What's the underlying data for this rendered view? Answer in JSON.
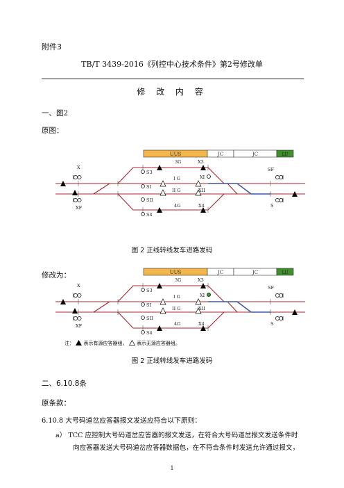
{
  "header": {
    "attachment": "附件3",
    "title": "TB/T 3439-2016《列控中心技术条件》第2号修改单",
    "modification_heading": "修 改 内 容"
  },
  "section1": {
    "heading": "一、图2",
    "original_label": "原图：",
    "modified_label": "修改为：",
    "caption_original": "图 2  正线转线发车进路发码",
    "caption_modified": "图 2  正线转线发车进路发码"
  },
  "diagram": {
    "band": {
      "uus": "UUS",
      "jc1": "JC",
      "jc2": "JC",
      "lu": "LU"
    },
    "signals": {
      "x": "X",
      "xf": "XF",
      "sf": "SF",
      "s": "S",
      "s3": "S3",
      "si": "SI",
      "sii": "SII",
      "s4": "S4",
      "x3": "X3",
      "xi": "XI",
      "xii": "XII",
      "x4": "X4"
    },
    "tracks": {
      "g3": "3G",
      "gi": "I G",
      "gii": "II G",
      "g4": "4G"
    },
    "colors": {
      "uus_band": "#f2b64b",
      "lu_band": "#3f8f2c",
      "track": "#a8232c",
      "route": "#3b57a8"
    }
  },
  "note": {
    "prefix": "注：",
    "text1": "表示有源应答器组，",
    "text2": "表示无源应答器组。"
  },
  "section2": {
    "heading": "二、6.10.8条",
    "original_clause_label": "原条款：",
    "clause_head": "6.10.8 大号码道岔应答器报文发送应符合以下原则：",
    "item_a_marker": "a）",
    "item_a_line1": "TCC 应控制大号码道岔应答器的报文发送，在符合大号码道岔报文发送条件时",
    "item_a_line2": "向应答器发送大号码道岔应答器数据包，在不符合条件时发送允许通过报文，"
  },
  "page": {
    "number": "1"
  }
}
